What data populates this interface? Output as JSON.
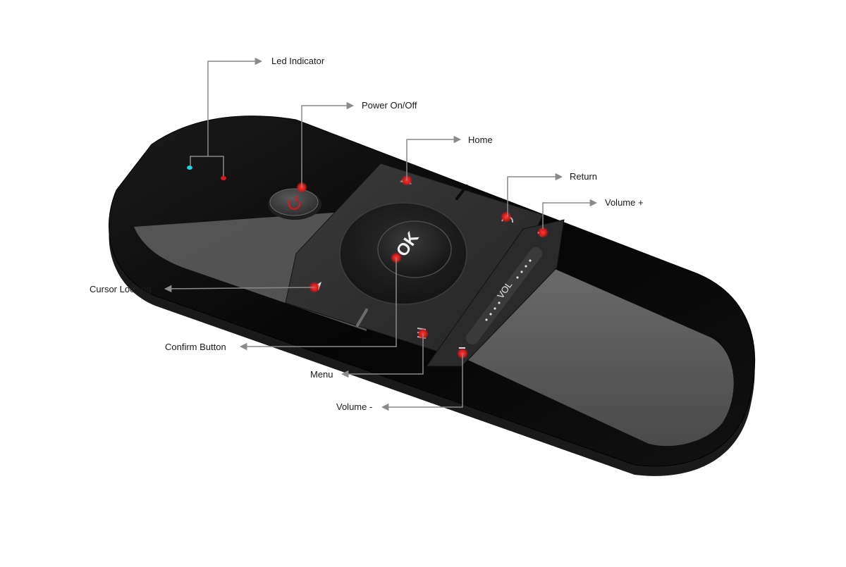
{
  "labels": {
    "led_indicator": "Led Indicator",
    "power": "Power On/Off",
    "home": "Home",
    "return": "Return",
    "volume_up": "Volume +",
    "cursor_locking": "Cursor Locking",
    "confirm": "Confirm Button",
    "menu": "Menu",
    "volume_down": "Volume -"
  },
  "device": {
    "ok_text": "OK",
    "vol_text": "VOL",
    "plus_text": "+",
    "minus_text": "−"
  },
  "colors": {
    "marker": "#d11a1a",
    "arrow": "#8a8a8a",
    "led_cyan": "#19d3e6",
    "led_red": "#e0151b"
  }
}
